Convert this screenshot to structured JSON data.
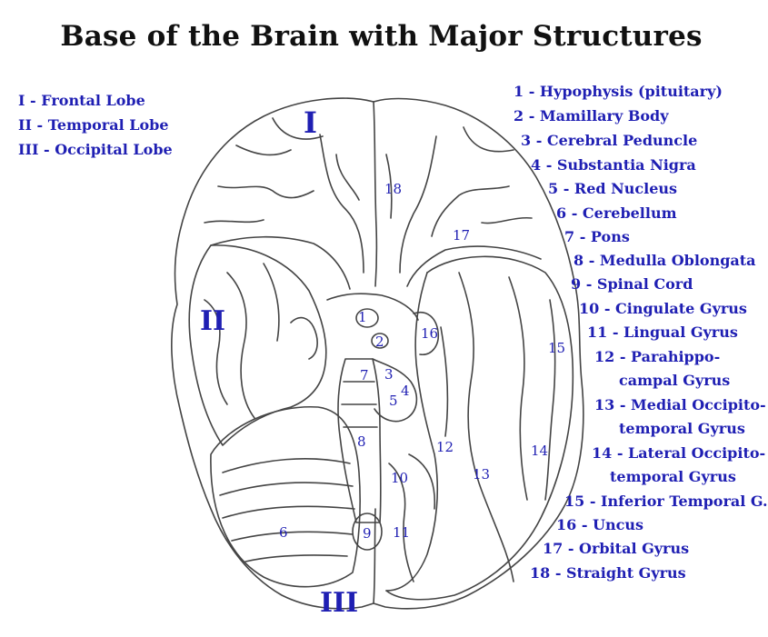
{
  "title": "Base of the Brain with Major Structures",
  "colors": {
    "label_blue": "#1f1fb3",
    "outline": "#444444",
    "title": "#111111"
  },
  "lobes": [
    {
      "text": "I - Frontal Lobe"
    },
    {
      "text": "II - Temporal Lobe"
    },
    {
      "text": "III - Occipital Lobe"
    }
  ],
  "legend": [
    {
      "text": "1 - Hypophysis (pituitary)"
    },
    {
      "text": "2 - Mamillary Body"
    },
    {
      "text": "3 - Cerebral Peduncle"
    },
    {
      "text": "4 - Substantia Nigra"
    },
    {
      "text": "5 - Red Nucleus"
    },
    {
      "text": "6 - Cerebellum"
    },
    {
      "text": "7 - Pons"
    },
    {
      "text": "8 - Medulla Oblongata"
    },
    {
      "text": "9 - Spinal Cord"
    },
    {
      "text": "10 - Cingulate Gyrus"
    },
    {
      "text": "11 - Lingual Gyrus"
    },
    {
      "text": "12 - Parahippo-"
    },
    {
      "text": "campal Gyrus"
    },
    {
      "text": "13 - Medial Occipito-"
    },
    {
      "text": "temporal Gyrus"
    },
    {
      "text": "14 - Lateral Occipito-"
    },
    {
      "text": "temporal Gyrus"
    },
    {
      "text": "15 - Inferior Temporal G."
    },
    {
      "text": "16 - Uncus"
    },
    {
      "text": "17 - Orbital Gyrus"
    },
    {
      "text": "18 - Straight Gyrus"
    }
  ],
  "diagram_labels": {
    "lobe_I": "I",
    "lobe_II": "II",
    "lobe_III": "III",
    "n1": "1",
    "n2": "2",
    "n3": "3",
    "n4": "4",
    "n5": "5",
    "n6": "6",
    "n7": "7",
    "n8": "8",
    "n9": "9",
    "n10": "10",
    "n11": "11",
    "n12": "12",
    "n13": "13",
    "n14": "14",
    "n15": "15",
    "n16": "16",
    "n17": "17",
    "n18": "18"
  }
}
